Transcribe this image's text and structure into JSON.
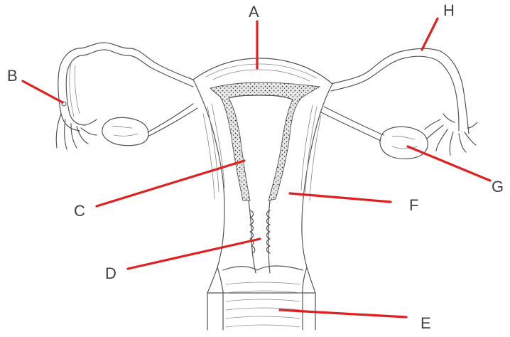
{
  "diagram": {
    "labels": {
      "A": "A",
      "B": "B",
      "C": "C",
      "D": "D",
      "E": "E",
      "F": "F",
      "G": "G",
      "H": "H"
    },
    "colors": {
      "leader": "#e02020",
      "outline": "#555555",
      "label": "#404040"
    }
  }
}
